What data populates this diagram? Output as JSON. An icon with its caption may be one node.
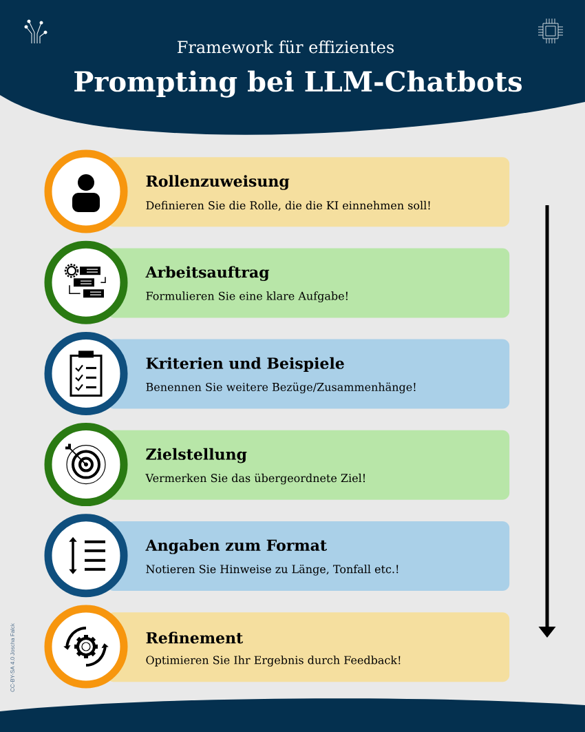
{
  "diagram": {
    "title": "Prompting bei LLM-Chatbots",
    "nodes": [
      {
        "text": [
          "Rollenzuweisung",
          "Definieren Sie die Rolle, die die KI einnehmen soll!"
        ]
      },
      {
        "text": [
          "Arbeitsauftrag",
          "Formulieren Sie eine klare Aufgabe!"
        ]
      },
      {
        "text": [
          "Kriterien und Beispiele",
          "Benennen Sie weitere Bezüge/Zusammenhänge!"
        ]
      },
      {
        "text": [
          "Zielstellung",
          "Vermerken Sie das übergeordnete Ziel!"
        ]
      },
      {
        "text": [
          "Angaben zum Format",
          "Notieren Sie Hinweise zu Länge, Tonfall etc.!"
        ]
      },
      {
        "text": [
          "Refinement",
          "Optimieren Sie Ihr Ergebnis durch Feedback!"
        ]
      }
    ],
    "labels": [
      "Framework für effizientes",
      "CC-BY-SA 4.0 Joscha Falck"
    ]
  }
}
